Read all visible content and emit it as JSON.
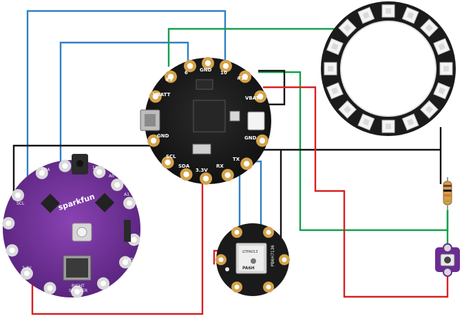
{
  "colors": {
    "black_wire": "#111111",
    "red_wire": "#d81f1f",
    "green_wire": "#12a04a",
    "blue_wire": "#2f7fc4",
    "lilypad_board": "#6a2c91",
    "flora_board": "#1b1b1b",
    "neopixel_ring": "#161616",
    "pad_gold": "#d4a24a"
  },
  "flora": {
    "pads": {
      "d9": "#9",
      "d6": "6",
      "gnd_top": "GND",
      "d10": "10",
      "d12": "#12",
      "vbatt": "VBATT",
      "gnd_right": "GND",
      "tx": "TX",
      "rx": "RX",
      "v33": "3.3V",
      "sda": "SDA",
      "scl": "SCL",
      "gnd_left": "GND",
      "vbatt_left": "VBATT"
    }
  },
  "lilypad": {
    "brand": "sparkfun",
    "speaker_label_1": "RIGHT",
    "speaker_label_2": "SPEAKER",
    "pads": {
      "p1": "SDA",
      "p2": "11",
      "p3": "A0",
      "p4": "A1",
      "p5": "3.3V",
      "p6": "SCL",
      "p7": "GND"
    }
  },
  "gps": {
    "chip_label": "PA6H",
    "chip_code": "GTPA013",
    "side_label": "PB6H7136"
  }
}
